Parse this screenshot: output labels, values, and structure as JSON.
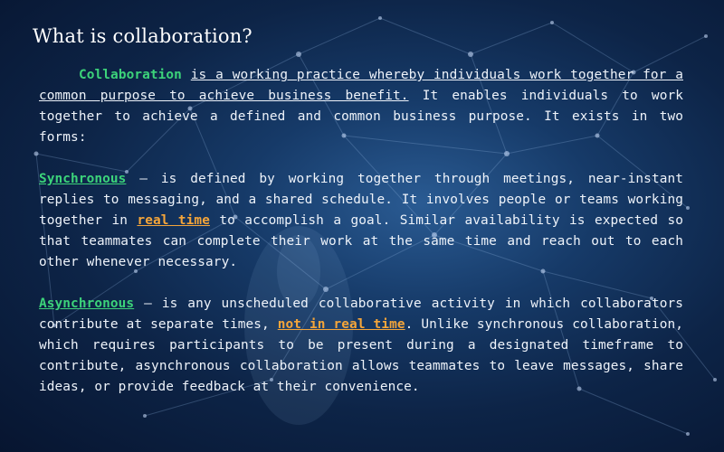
{
  "title": "What is collaboration?",
  "colors": {
    "accent_green": "#3cd37a",
    "accent_orange": "#f4a53a",
    "text": "#eef3fa"
  },
  "paragraphs": {
    "intro": {
      "term": "Collaboration",
      "definition": "is a working practice whereby individuals work together for a common purpose to achieve business benefit.",
      "rest": "It enables individuals to work together to achieve a defined and common business purpose. It exists in two forms:"
    },
    "sync": {
      "term": "Synchronous",
      "part1": "– is defined by working together through meetings, near-instant replies to messaging, and a shared schedule. It involves people or teams working together in",
      "highlight": "real time",
      "part2": "to accomplish a goal. Similar availability is expected so that teammates can complete their work at the same time and reach out to each other whenever necessary."
    },
    "async": {
      "term": "Asynchronous",
      "part1": "– is any unscheduled collaborative activity in which collaborators contribute at separate times,",
      "highlight": "not in real time",
      "part2": ". Unlike synchronous collaboration, which requires participants to be present during a designated timeframe to contribute, asynchronous collaboration allows teammates to leave messages, share ideas, or provide feedback at their convenience."
    }
  }
}
